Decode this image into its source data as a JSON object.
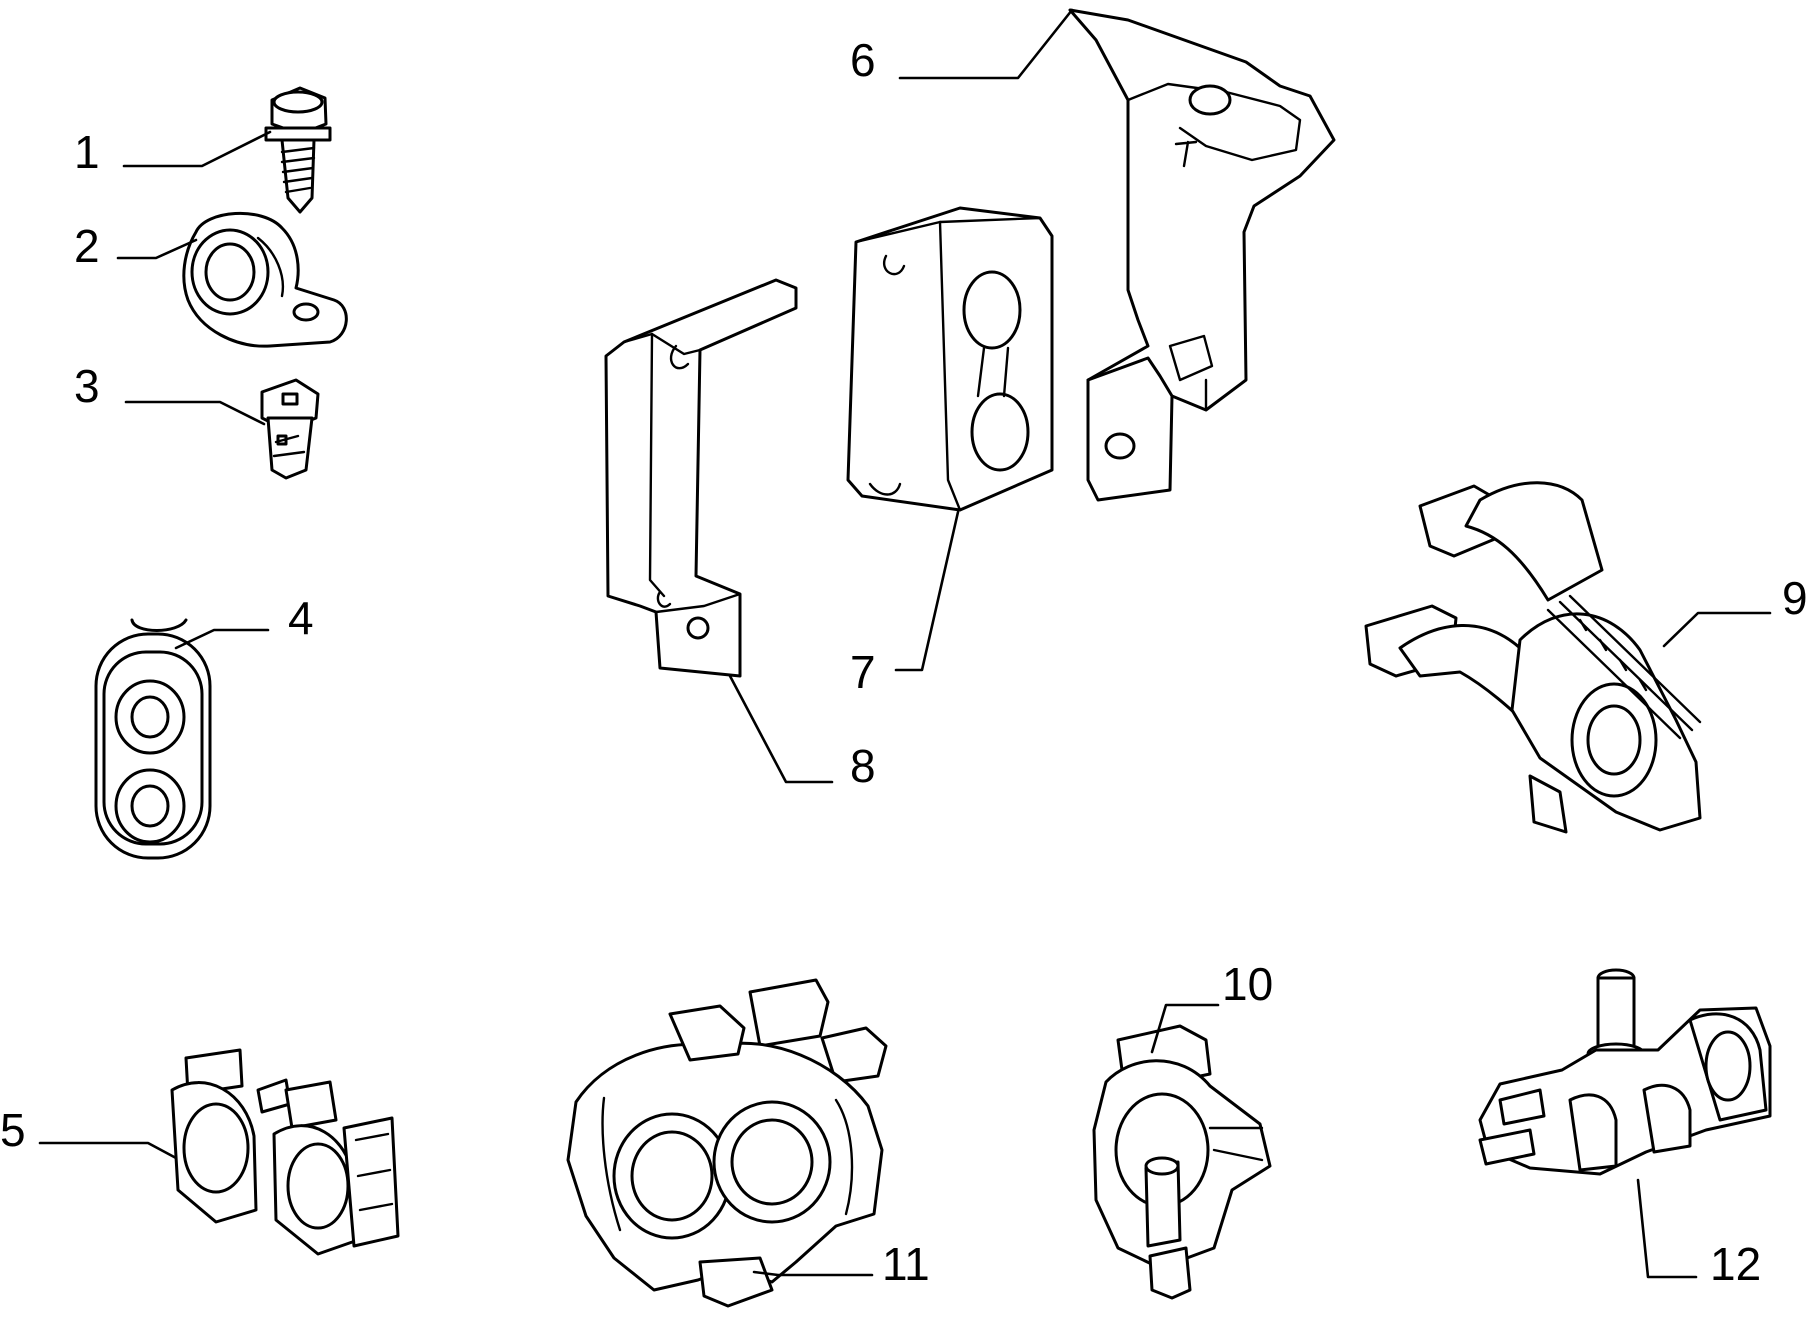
{
  "callouts": [
    "1",
    "2",
    "3",
    "4",
    "5",
    "6",
    "7",
    "8",
    "9",
    "10",
    "11",
    "12"
  ],
  "colors": {
    "ink": "#000000",
    "paper": "#ffffff"
  }
}
